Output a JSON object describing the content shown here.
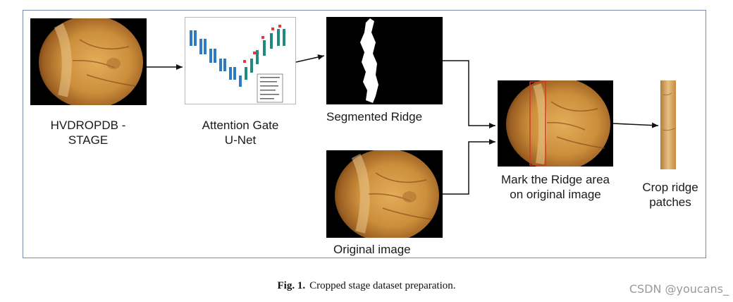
{
  "labels": {
    "input": "HVDROPDB -\nSTAGE",
    "model": "Attention Gate\nU-Net",
    "segmented": "Segmented Ridge",
    "original": "Original image",
    "mark": "Mark the Ridge area\non original image",
    "crop": "Crop ridge\npatches"
  },
  "caption": {
    "fig_label": "Fig. 1.",
    "text": "Cropped stage dataset preparation."
  },
  "watermark": "CSDN @youcans_",
  "colors": {
    "frame_border": "#7a8aa8",
    "fundus_orange": "#d09a4a",
    "ridge_box": "#d23a2a",
    "unet_blue": "#2e7bc4",
    "unet_teal": "#1f8a7d"
  }
}
